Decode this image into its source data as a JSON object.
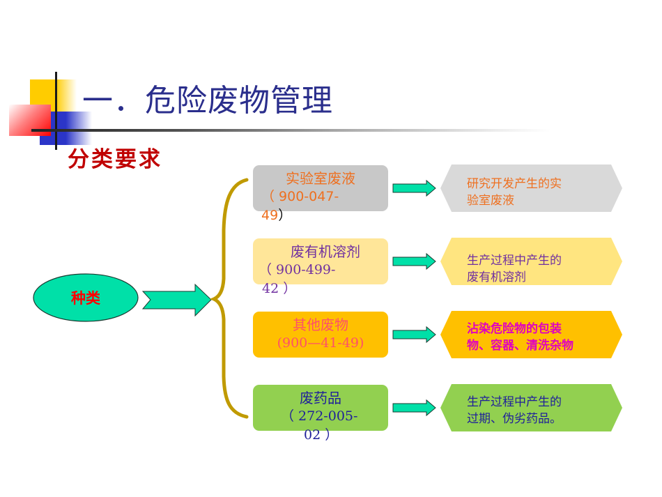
{
  "header": {
    "title": "一．危险废物管理",
    "subtitle": "分类要求"
  },
  "root": {
    "label": "种类",
    "fill": "#00e0a8",
    "text_color": "#ff0000"
  },
  "categories": [
    {
      "name": "实验室废液",
      "code_line1": "（ 900-047-",
      "code_line2": "49",
      "code_line2_close": "）",
      "box_color": "#c8c8c8",
      "text_color": "#ee7020",
      "description_line1": "研究开发产生的实",
      "description_line2": "验室废液",
      "desc_color": "#ee7020",
      "desc_fill": "#d9d9d9"
    },
    {
      "name": "废有机溶剂",
      "code_line1": "（ 900-499-",
      "code_line2": "42 ）",
      "box_color": "#ffe699",
      "text_color": "#7030a0",
      "description_line1": "生产过程中产生的",
      "description_line2": "废有机溶剂",
      "desc_color": "#7030a0",
      "desc_fill": "#ffe580"
    },
    {
      "name": "其他废物",
      "code_line1": "(900—41-49)",
      "box_color": "#ffc000",
      "text_color": "#ff4f6a",
      "description_line1": "沾染危险物的包装",
      "description_line2": "物、容器、清洗杂物",
      "desc_color": "#e000c0",
      "desc_fill": "#ffc000"
    },
    {
      "name": "废药品",
      "code_line1": "（ 272-005-",
      "code_line2": "02 ）",
      "box_color": "#92d050",
      "text_color": "#1f1f9a",
      "description_line1": "生产过程中产生的",
      "description_line2": "过期、伪劣药品。",
      "desc_color": "#1f1f9a",
      "desc_fill": "#92d050"
    }
  ],
  "colors": {
    "arrow_fill": "#00e0a8",
    "brace": "#c09a00",
    "title": "#2a2e8c",
    "subtitle": "#c00000"
  }
}
